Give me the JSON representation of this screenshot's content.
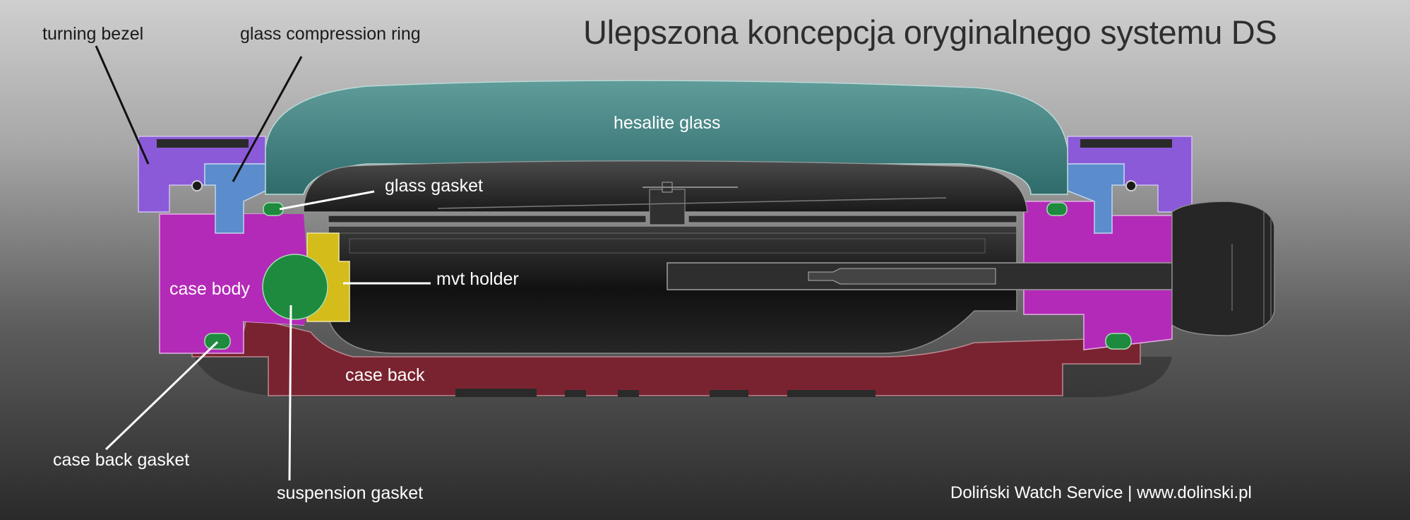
{
  "title": "Ulepszona koncepcja oryginalnego systemu DS",
  "credit": "Doliński Watch Service | www.dolinski.pl",
  "labels": {
    "turning_bezel": "turning bezel",
    "glass_compression_ring": "glass compression ring",
    "hesalite_glass": "hesalite glass",
    "glass_gasket": "glass gasket",
    "case_body": "case body",
    "mvt_holder": "mvt holder",
    "case_back": "case back",
    "case_back_gasket": "case back gasket",
    "suspension_gasket": "suspension gasket"
  },
  "colors": {
    "bezel": "#8b5ad8",
    "compression_ring": "#5b8ccc",
    "glass": "#3f8484",
    "case_body": "#b42ab8",
    "case_back": "#7a2330",
    "gasket": "#1e8a3e",
    "mvt_holder": "#d4bc1a",
    "movement": "#1c1c1c"
  }
}
